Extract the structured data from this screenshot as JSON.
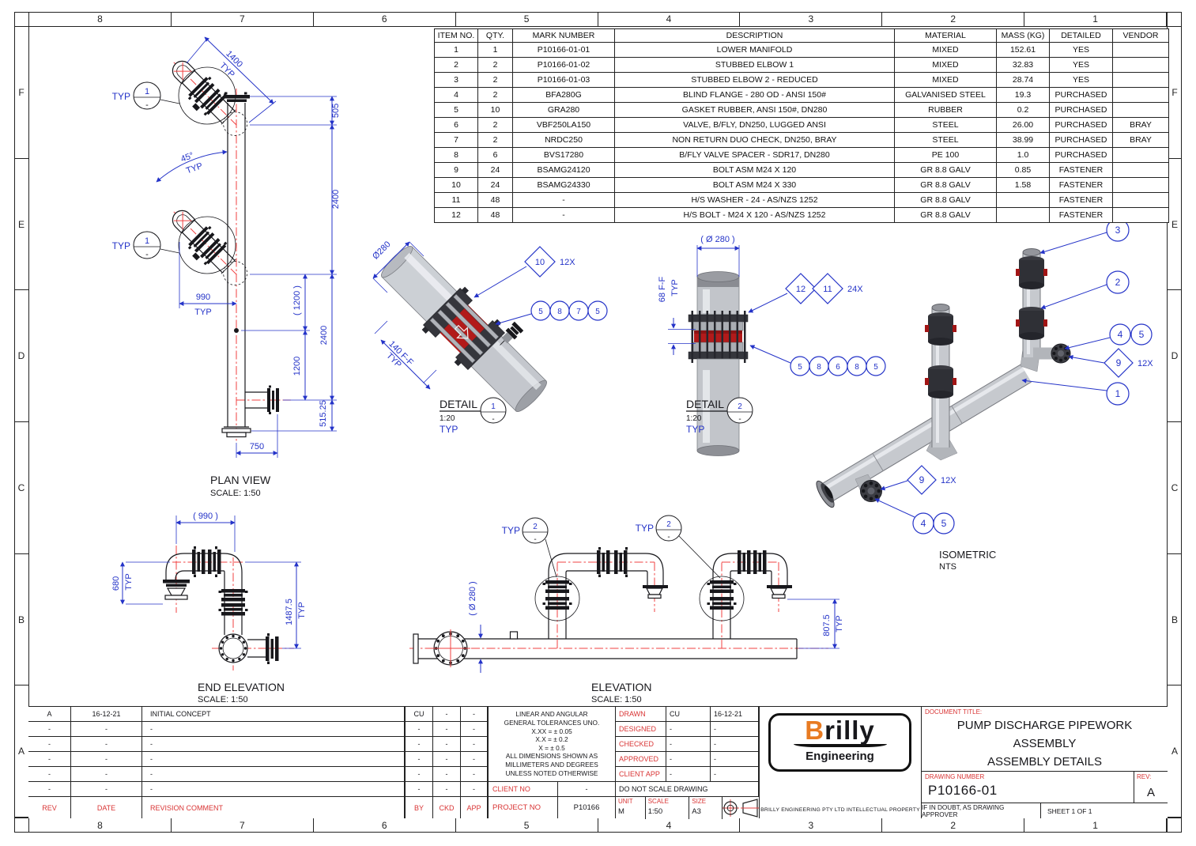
{
  "sheet": {
    "grid_cols": [
      "8",
      "7",
      "6",
      "5",
      "4",
      "3",
      "2",
      "1"
    ],
    "grid_rows": [
      "F",
      "E",
      "D",
      "C",
      "B",
      "A"
    ]
  },
  "bom": {
    "headers": [
      "ITEM NO.",
      "QTY.",
      "MARK NUMBER",
      "DESCRIPTION",
      "MATERIAL",
      "MASS (KG)",
      "DETAILED",
      "VENDOR"
    ],
    "rows": [
      [
        "1",
        "1",
        "P10166-01-01",
        "LOWER MANIFOLD",
        "MIXED",
        "152.61",
        "YES",
        ""
      ],
      [
        "2",
        "2",
        "P10166-01-02",
        "STUBBED ELBOW 1",
        "MIXED",
        "32.83",
        "YES",
        ""
      ],
      [
        "3",
        "2",
        "P10166-01-03",
        "STUBBED ELBOW 2 - REDUCED",
        "MIXED",
        "28.74",
        "YES",
        ""
      ],
      [
        "4",
        "2",
        "BFA280G",
        "BLIND FLANGE - 280 OD - ANSI 150#",
        "GALVANISED STEEL",
        "19.3",
        "PURCHASED",
        ""
      ],
      [
        "5",
        "10",
        "GRA280",
        "GASKET RUBBER, ANSI 150#, DN280",
        "RUBBER",
        "0.2",
        "PURCHASED",
        ""
      ],
      [
        "6",
        "2",
        "VBF250LA150",
        "VALVE, B/FLY, DN250, LUGGED ANSI",
        "STEEL",
        "26.00",
        "PURCHASED",
        "BRAY"
      ],
      [
        "7",
        "2",
        "NRDC250",
        "NON RETURN DUO CHECK, DN250, BRAY",
        "STEEL",
        "38.99",
        "PURCHASED",
        "BRAY"
      ],
      [
        "8",
        "6",
        "BVS17280",
        "B/FLY VALVE SPACER - SDR17, DN280",
        "PE 100",
        "1.0",
        "PURCHASED",
        ""
      ],
      [
        "9",
        "24",
        "BSAMG24120",
        "BOLT ASM M24 X 120",
        "GR 8.8 GALV",
        "0.85",
        "FASTENER",
        ""
      ],
      [
        "10",
        "24",
        "BSAMG24330",
        "BOLT ASM M24 X 330",
        "GR 8.8 GALV",
        "1.58",
        "FASTENER",
        ""
      ],
      [
        "11",
        "48",
        "-",
        "H/S WASHER - 24 - AS/NZS 1252",
        "GR 8.8 GALV",
        "",
        "FASTENER",
        ""
      ],
      [
        "12",
        "48",
        "-",
        "H/S BOLT - M24 X 120 - AS/NZS 1252",
        "GR 8.8 GALV",
        "",
        "FASTENER",
        ""
      ]
    ]
  },
  "plan": {
    "title": "PLAN VIEW",
    "scale": "SCALE: 1:50",
    "callout_typ": "TYP",
    "callout_num": "1",
    "callout_sub": "-",
    "dim_1400": "1400",
    "dim_1400_typ": "TYP",
    "dim_45": "45°",
    "dim_45_typ": "TYP",
    "dim_505": "505",
    "dim_2400a": "2400",
    "dim_1200p": "( 1200 )",
    "dim_2400b": "2400",
    "dim_1200": "1200",
    "dim_51525": "515.25",
    "dim_990": "990",
    "dim_990_typ": "TYP",
    "dim_750": "750"
  },
  "detail1": {
    "title": "DETAIL",
    "scale": "1:20",
    "typ": "TYP",
    "num": "1",
    "sub": "-",
    "dim_dia": "Ø280",
    "dim_ff": "140 F-F",
    "dim_ff_typ": "TYP",
    "d10": "10",
    "qty": "12X",
    "c1": "5",
    "c2": "8",
    "c3": "7",
    "c4": "5"
  },
  "detail2": {
    "title": "DETAIL",
    "scale": "1:20",
    "typ": "TYP",
    "num": "2",
    "sub": "-",
    "dim_dia": "( Ø 280 )",
    "dim_ff": "68 F-F",
    "dim_ff_typ": "TYP",
    "d12": "12",
    "d11": "11",
    "qty": "24X",
    "c1": "5",
    "c2": "8",
    "c3": "6",
    "c4": "8",
    "c5": "5"
  },
  "iso": {
    "title": "ISOMETRIC",
    "scale": "NTS",
    "b1": "1",
    "b2": "2",
    "b3": "3",
    "b4": "4",
    "b5": "5",
    "b9": "9",
    "q12": "12X",
    "b4b": "4",
    "b5b": "5",
    "b9b": "9",
    "q12b": "12X"
  },
  "end_elev": {
    "title": "END ELEVATION",
    "scale": "SCALE: 1:50",
    "dim_990": "( 990 )",
    "dim_680": "680",
    "dim_680_typ": "TYP",
    "dim_14875": "1487.5",
    "dim_14875_typ": "TYP"
  },
  "elev": {
    "title": "ELEVATION",
    "scale": "SCALE: 1:50",
    "dim_dia": "( Ø 280 )",
    "dim_8075": "807.5",
    "dim_8075_typ": "TYP",
    "callout_typ": "TYP",
    "callout_num": "2",
    "callout_sub": "-"
  },
  "revisions": {
    "rows": [
      [
        "A",
        "16-12-21",
        "INITIAL CONCEPT"
      ],
      [
        "-",
        "-",
        "-"
      ],
      [
        "-",
        "-",
        "-"
      ],
      [
        "-",
        "-",
        "-"
      ],
      [
        "-",
        "-",
        "-"
      ],
      [
        "-",
        "-",
        "-"
      ]
    ],
    "headers": [
      "REV",
      "DATE",
      "REVISION COMMENT"
    ]
  },
  "approvals": {
    "rows": [
      [
        "CU",
        "-",
        "-"
      ],
      [
        "-",
        "-",
        "-"
      ],
      [
        "-",
        "-",
        "-"
      ],
      [
        "-",
        "-",
        "-"
      ],
      [
        "-",
        "-",
        "-"
      ],
      [
        "-",
        "-",
        "-"
      ]
    ],
    "headers": [
      "BY",
      "CKD",
      "APP"
    ]
  },
  "tolerances": {
    "l1": "LINEAR AND ANGULAR",
    "l2": "GENERAL TOLERANCES UNO.",
    "l3": "X.XX =  ± 0.05",
    "l4": "X.X =  ± 0.2",
    "l5": "X =  ± 0.5",
    "l6": "ALL DIMENSIONS SHOWN AS",
    "l7": "MILLIMETERS AND DEGREES",
    "l8": "UNLESS NOTED OTHERWISE"
  },
  "project": {
    "client_label": "CLIENT  NO",
    "client_value": "-",
    "project_label": "PROJECT  NO",
    "project_value": "P10166"
  },
  "signoff": {
    "rows": [
      {
        "label": "DRAWN",
        "by": "CU",
        "date": "16-12-21"
      },
      {
        "label": "DESIGNED",
        "by": "-",
        "date": "-"
      },
      {
        "label": "CHECKED",
        "by": "-",
        "date": "-"
      },
      {
        "label": "APPROVED",
        "by": "-",
        "date": "-"
      },
      {
        "label": "CLIENT APP",
        "by": "-",
        "date": "-"
      }
    ],
    "do_not_scale": "DO NOT SCALE DRAWING",
    "unit_label": "UNIT",
    "unit_value": "M",
    "scale_label": "SCALE",
    "scale_value": "1:50",
    "size_label": "SIZE",
    "size_value": "A3"
  },
  "brand": {
    "logo_b": "B",
    "logo_rest": "rilly",
    "logo_sub": "Engineering",
    "ip": "BRILLY ENGINEERING PTY LTD INTELLECTUAL PROPERTY"
  },
  "title_block": {
    "doc_label": "DOCUMENT TITLE:",
    "line1": "PUMP DISCHARGE PIPEWORK",
    "line2": "ASSEMBLY",
    "line3": "ASSEMBLY DETAILS",
    "dwg_label": "DRAWING NUMBER",
    "dwg_number": "P10166-01",
    "rev_label": "REV:",
    "rev": "A",
    "doubt": "IF IN DOUBT, AS DRAWING APPROVER",
    "sheet": "SHEET 1 OF 1"
  },
  "colors": {
    "dim_blue": "#2433c8",
    "centerline_red": "#f04040",
    "label_red": "#d93434",
    "valve_red": "#b21a1a",
    "logo_orange": "#e87b22"
  }
}
